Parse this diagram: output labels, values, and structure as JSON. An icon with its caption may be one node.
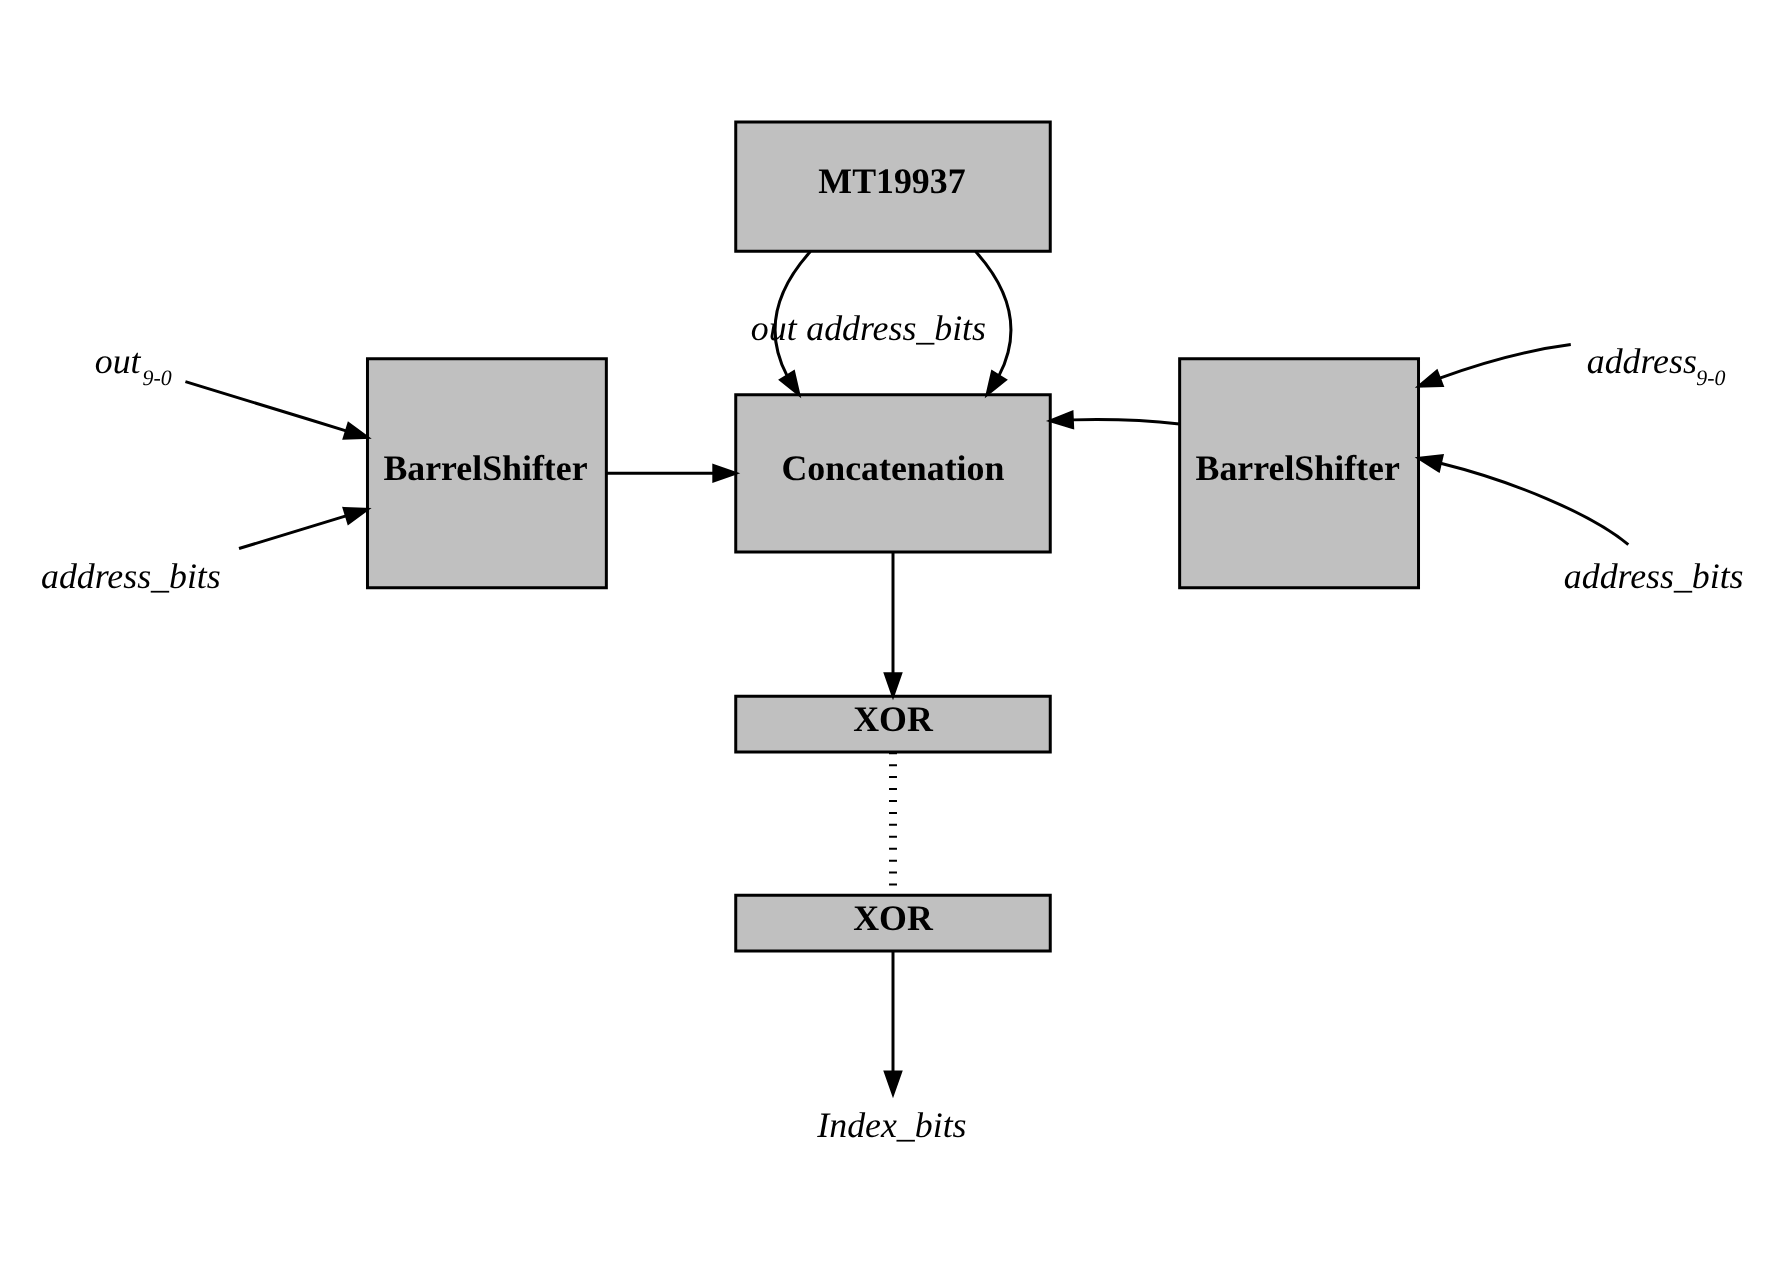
{
  "diagram": {
    "nodes": [
      {
        "text": [
          "MT19937"
        ]
      },
      {
        "text": [
          "Concatenation"
        ]
      },
      {
        "text": [
          "BarrelShifter"
        ]
      },
      {
        "text": [
          "BarrelShifter"
        ]
      },
      {
        "text": [
          "XOR"
        ]
      },
      {
        "text": [
          "XOR"
        ]
      },
      {
        "text": [
          "out$_{9-0}$"
        ]
      },
      {
        "text": [
          "address_bits"
        ]
      },
      {
        "text": [
          "address$_{9-0}$"
        ]
      },
      {
        "text": [
          "address_bits"
        ]
      },
      {
        "text": [
          "Index_bits"
        ]
      }
    ],
    "edges": [
      {
        "from": 0,
        "to": 1,
        "arrow": "to",
        "label": "address_bits"
      },
      {
        "from": 0,
        "to": 1,
        "arrow": "to",
        "label": "out"
      },
      {
        "from": 6,
        "to": 2,
        "arrow": "to"
      },
      {
        "from": 7,
        "to": 2,
        "arrow": "to"
      },
      {
        "from": 2,
        "to": 1,
        "arrow": "to"
      },
      {
        "from": 8,
        "to": 3,
        "arrow": "to"
      },
      {
        "from": 9,
        "to": 3,
        "arrow": "to"
      },
      {
        "from": 3,
        "to": 1,
        "arrow": "to"
      },
      {
        "from": 1,
        "to": 4,
        "arrow": "to"
      },
      {
        "from": 4,
        "to": 5,
        "arrow": "none",
        "style": "dashed"
      },
      {
        "from": 5,
        "to": 10,
        "arrow": "to"
      }
    ]
  }
}
